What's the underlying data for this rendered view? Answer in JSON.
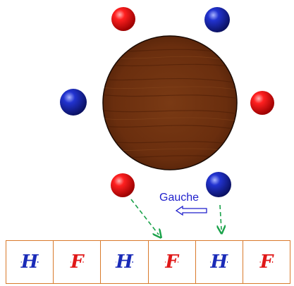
{
  "colors": {
    "red": "#e01818",
    "blue": "#1a2bb8",
    "arrow": "#1aa24a",
    "border": "#d97a2b"
  },
  "table": {
    "shape": "round-table-wood"
  },
  "seats_around_table": [
    {
      "color": "red"
    },
    {
      "color": "blue"
    },
    {
      "color": "blue"
    },
    {
      "color": "red"
    },
    {
      "color": "red"
    },
    {
      "color": "blue"
    }
  ],
  "direction_label": "Gauche",
  "seat_row": [
    {
      "letter": "H",
      "color": "blue"
    },
    {
      "letter": "F",
      "color": "red"
    },
    {
      "letter": "H",
      "color": "blue"
    },
    {
      "letter": "F",
      "color": "red"
    },
    {
      "letter": "H",
      "color": "blue"
    },
    {
      "letter": "F",
      "color": "red"
    }
  ]
}
